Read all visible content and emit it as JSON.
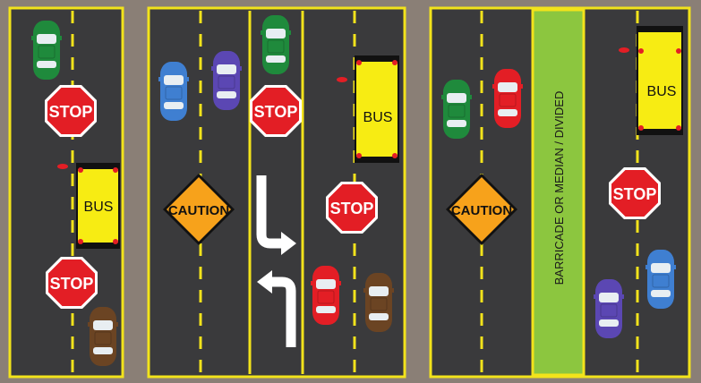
{
  "colors": {
    "background": "#8a7f76",
    "road": "#3a3a3c",
    "border": "#f2e31b",
    "lane_dash": "#f2e31b",
    "median": "#8cc63f",
    "stop_red": "#e31e25",
    "caution_orange": "#f7a21b",
    "bus_yellow": "#f7ec13",
    "arrow": "#ffffff"
  },
  "signs": {
    "stop": "STOP",
    "caution": "CAUTION",
    "bus": "BUS",
    "median": "BARRICADE OR MEDIAN / DIVIDED"
  },
  "cars": {
    "green": "#1f8a3c",
    "red": "#e31e25",
    "blue": "#3f7fd1",
    "purple": "#5b47b3",
    "brown": "#6b4423"
  }
}
